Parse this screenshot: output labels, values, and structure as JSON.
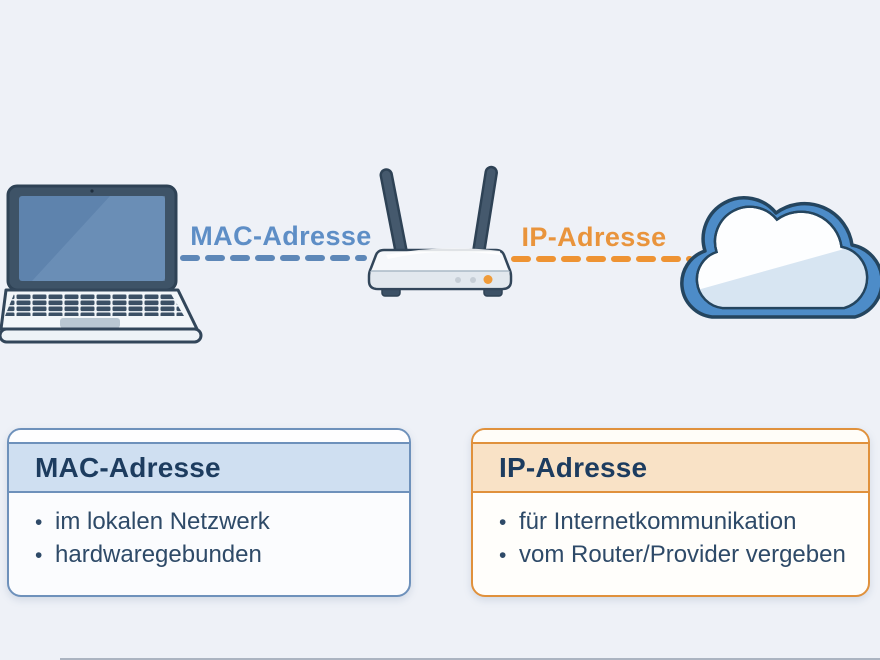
{
  "scene": {
    "background": "#eef1f7",
    "devices": [
      {
        "name": "laptop",
        "icon": "laptop-icon"
      },
      {
        "name": "router",
        "icon": "router-icon"
      },
      {
        "name": "internet-cloud",
        "icon": "cloud-icon"
      }
    ]
  },
  "connections": {
    "mac": {
      "label": "MAC-Adresse",
      "label_color": "#5e8ec6",
      "line_color": "#5d87b8",
      "style": "dashed"
    },
    "ip": {
      "label": "IP-Adresse",
      "label_color": "#e9943c",
      "line_color": "#ee9333",
      "style": "dashed"
    }
  },
  "bullet_char": "•",
  "cards": {
    "mac": {
      "title": "MAC-Adresse",
      "accent": "#6e91bb",
      "header_bg": "#cfdff1",
      "title_color": "#1d3c5f",
      "bullets": [
        "im lokalen Netzwerk",
        "hardwaregebunden"
      ]
    },
    "ip": {
      "title": "IP-Adresse",
      "accent": "#e0913c",
      "header_bg": "#f9e2c6",
      "title_color": "#1d3c5f",
      "bullets": [
        "für Internetkommunikation",
        "vom Router/Provider vergeben"
      ]
    }
  }
}
